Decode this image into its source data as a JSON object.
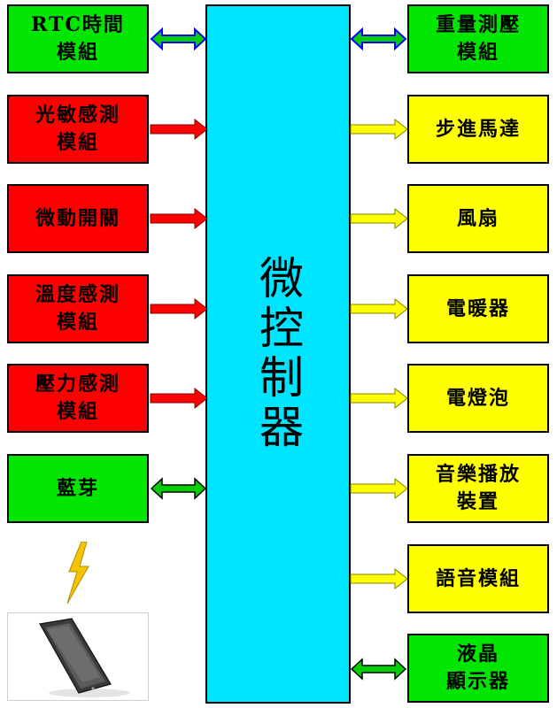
{
  "colors": {
    "green": "#00e600",
    "red": "#ff0000",
    "yellow": "#ffff00",
    "cyan": "#00e5ff",
    "arrow_blue_stroke": "#0000ff",
    "arrow_green_fill": "#00d000"
  },
  "center": {
    "label": "微控制器"
  },
  "left_modules": [
    {
      "label": "RTC時間\n模組",
      "color": "green",
      "connection": "bidirectional-blue"
    },
    {
      "label": "光敏感測\n模組",
      "color": "red",
      "connection": "to-center"
    },
    {
      "label": "微動開關",
      "color": "red",
      "connection": "to-center"
    },
    {
      "label": "溫度感測\n模組",
      "color": "red",
      "connection": "to-center"
    },
    {
      "label": "壓力感測\n模組",
      "color": "red",
      "connection": "to-center"
    },
    {
      "label": "藍芽",
      "color": "green",
      "connection": "bidirectional-green"
    }
  ],
  "right_modules": [
    {
      "label": "重量測壓\n模組",
      "color": "green",
      "connection": "bidirectional-blue"
    },
    {
      "label": "步進馬達",
      "color": "yellow",
      "connection": "from-center"
    },
    {
      "label": "風扇",
      "color": "yellow",
      "connection": "from-center"
    },
    {
      "label": "電暖器",
      "color": "yellow",
      "connection": "from-center"
    },
    {
      "label": "電燈泡",
      "color": "yellow",
      "connection": "from-center"
    },
    {
      "label": "音樂播放\n裝置",
      "color": "yellow",
      "connection": "from-center"
    },
    {
      "label": "語音模組",
      "color": "yellow",
      "connection": "from-center"
    },
    {
      "label": "液晶\n顯示器",
      "color": "green",
      "connection": "bidirectional-green"
    }
  ],
  "icons": {
    "bolt": "lightning-bolt-icon",
    "phone": "smartphone-icon"
  }
}
